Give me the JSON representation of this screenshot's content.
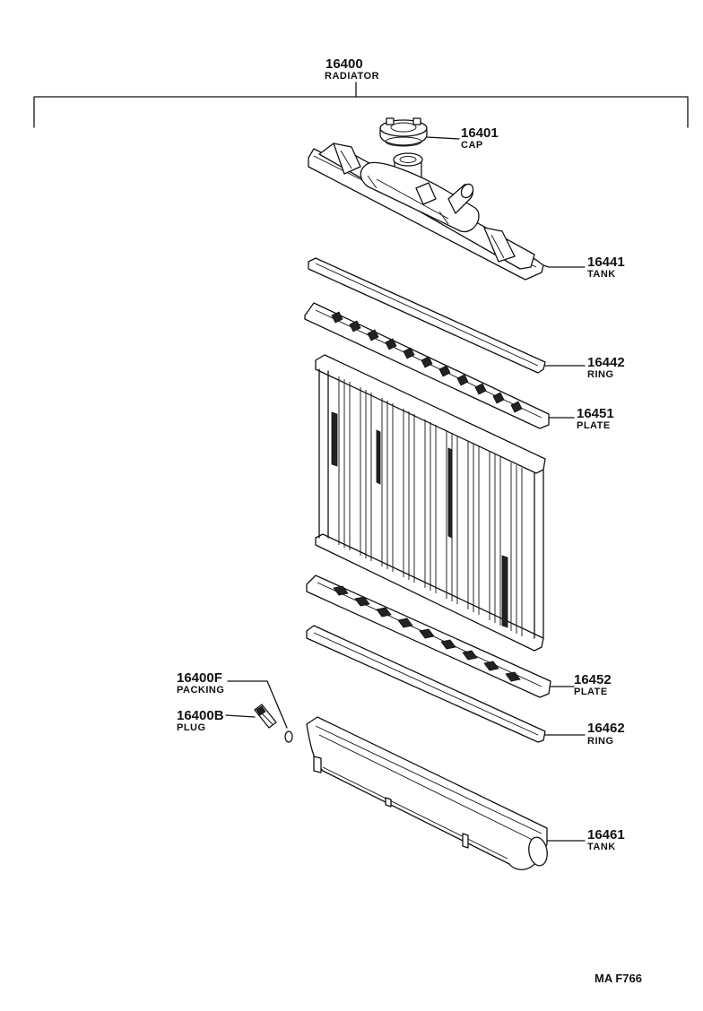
{
  "assembly": {
    "number": "16400",
    "name": "RADIATOR"
  },
  "parts": [
    {
      "id": "cap",
      "number": "16401",
      "name": "CAP"
    },
    {
      "id": "upper-tank",
      "number": "16441",
      "name": "TANK"
    },
    {
      "id": "upper-ring",
      "number": "16442",
      "name": "RING"
    },
    {
      "id": "upper-plate",
      "number": "16451",
      "name": "PLATE"
    },
    {
      "id": "lower-plate",
      "number": "16452",
      "name": "PLATE"
    },
    {
      "id": "lower-ring",
      "number": "16462",
      "name": "RING"
    },
    {
      "id": "lower-tank",
      "number": "16461",
      "name": "TANK"
    },
    {
      "id": "packing",
      "number": "16400F",
      "name": "PACKING"
    },
    {
      "id": "plug",
      "number": "16400B",
      "name": "PLUG"
    }
  ],
  "drawing_code": "MA F766"
}
